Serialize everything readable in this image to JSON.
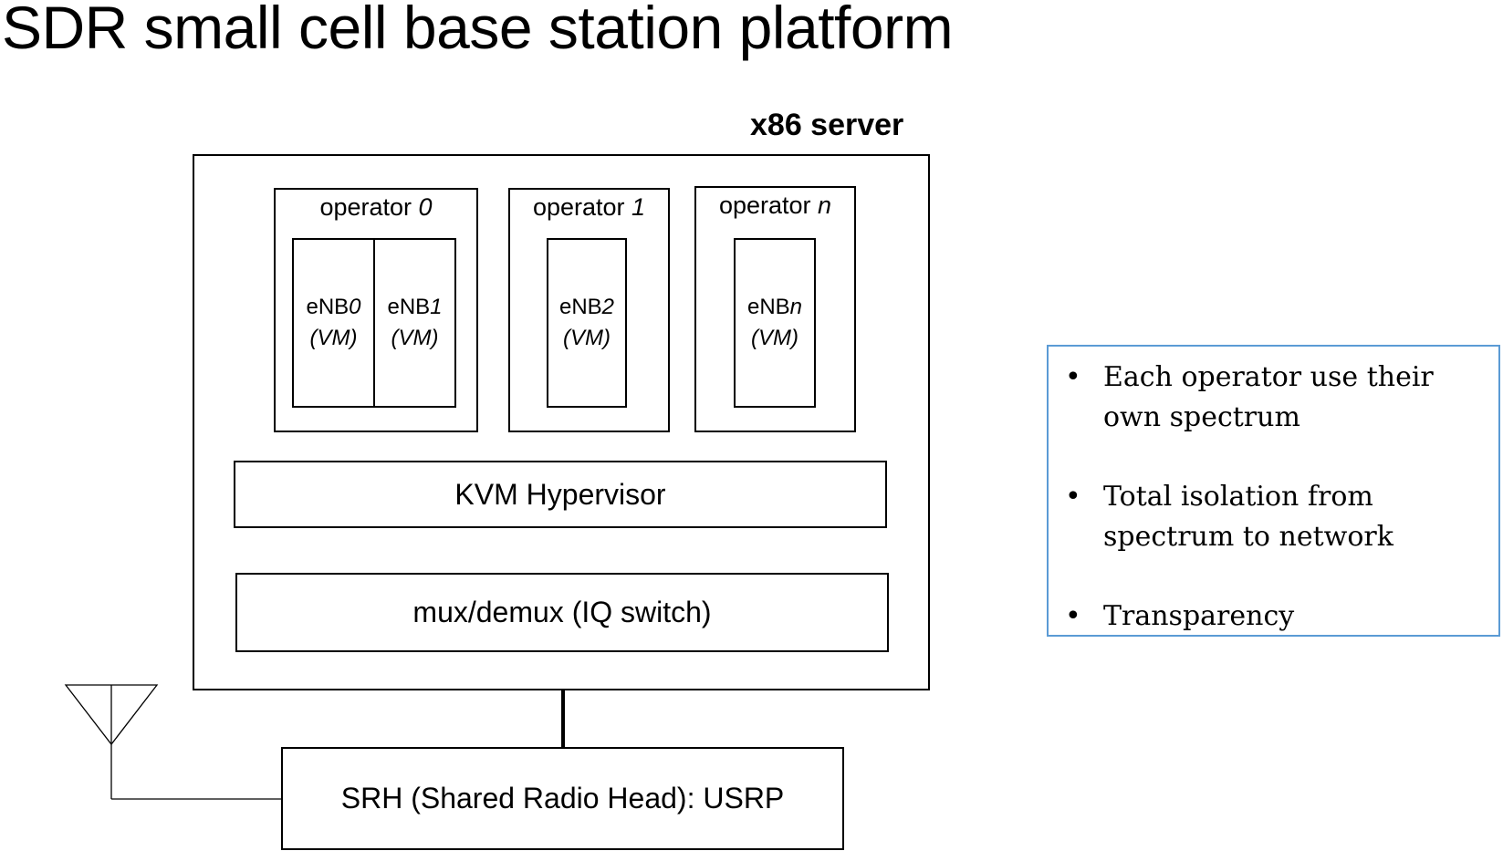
{
  "title": "SDR small cell base station platform",
  "server": {
    "label": "x86 server"
  },
  "operators": [
    {
      "prefix": "operator ",
      "index": "0",
      "enbs": [
        {
          "prefix": "eNB",
          "index": "0",
          "vm": "(VM)"
        },
        {
          "prefix": "eNB",
          "index": "1",
          "vm": "(VM)"
        }
      ]
    },
    {
      "prefix": "operator ",
      "index": "1",
      "enbs": [
        {
          "prefix": "eNB",
          "index": "2",
          "vm": "(VM)"
        }
      ]
    },
    {
      "prefix": "operator ",
      "index": "n",
      "enbs": [
        {
          "prefix": "eNB",
          "index": "n",
          "vm": "(VM)"
        }
      ]
    }
  ],
  "hypervisor": {
    "label": "KVM Hypervisor"
  },
  "mux": {
    "label": "mux/demux (IQ switch)"
  },
  "srh": {
    "label": "SRH (Shared Radio Head): USRP"
  },
  "notes": [
    "Each operator use their own spectrum",
    "Total isolation from spectrum to network",
    "Transparency"
  ],
  "notes_bullet": "•",
  "colors": {
    "notes_border": "#5b9bd5",
    "line": "#000000"
  }
}
